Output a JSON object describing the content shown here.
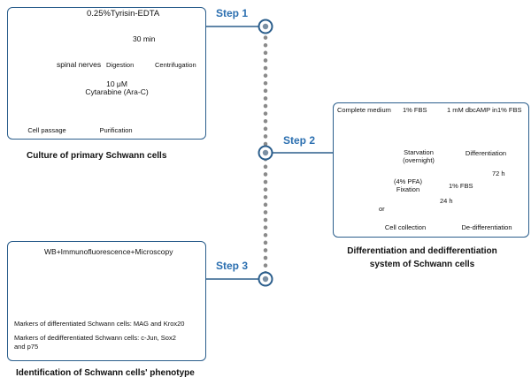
{
  "colors": {
    "accent": "#2b5e8c",
    "step_text": "#2b6fb0",
    "dish_green": "#9fd07a",
    "tube_pink": "#e6a4c8"
  },
  "step1": {
    "label": "Step 1",
    "reagent": "0.25%Tyrisin-EDTA",
    "spinal_nerves": "spinal nerves",
    "digestion": "Digestion",
    "time": "30 min",
    "centrifugation": "Centrifugation",
    "cytarabine_dose": "10 μM",
    "cytarabine": "Cytarabine (Ara-C)",
    "purification": "Purification",
    "cell_passage": "Cell passage",
    "caption": "Culture of primary Schwann cells"
  },
  "step2": {
    "label": "Step 2",
    "complete_medium": "Complete medium",
    "fbs_1": "1% FBS",
    "dbcamp": "1 mM dbcAMP in1% FBS",
    "starvation": "Starvation",
    "overnight": "(overnight)",
    "differentiation": "Differentiation",
    "time_72h": "72 h",
    "fbs_2": "1% FBS",
    "pfa": "(4% PFA)",
    "fixation": "Fixation",
    "time_24h": "24 h",
    "or": "or",
    "cell_collection": "Cell collection",
    "de_differentiation": "De-differentiation",
    "caption_line1": "Differentiation and dedifferentiation",
    "caption_line2": "system of Schwann cells"
  },
  "step3": {
    "label": "Step 3",
    "methods": "WB+Immunofluorescence+Microscopy",
    "markers_diff": "Markers of differentiated Schwann cells: MAG and Krox20",
    "markers_dediff_line1": "Markers of dedifferentiated Schwann cells: c-Jun, Sox2",
    "markers_dediff_line2": "and p75",
    "caption": "Identification of Schwann cells' phenotype"
  },
  "icons": [
    "rat-icon",
    "culture-dish-icon",
    "tube-icon",
    "centrifuge-icon",
    "electrophoresis-icon",
    "monitor-icon",
    "microscope-icon"
  ]
}
